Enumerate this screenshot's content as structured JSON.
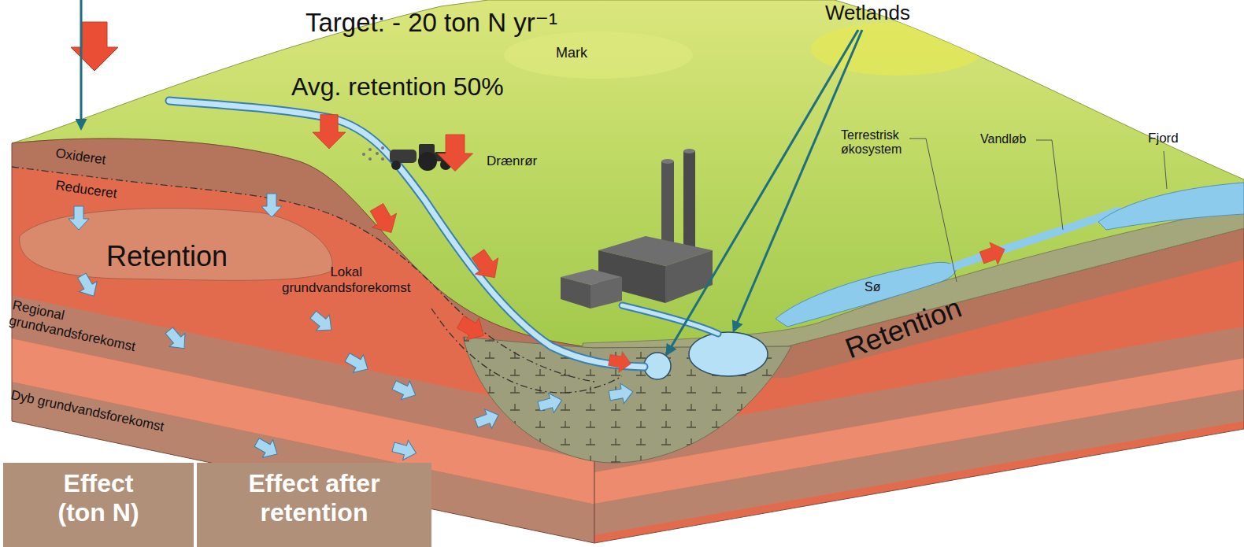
{
  "diagram": {
    "labels": [
      "Wetlands",
      "Target: - 20 ton N yr⁻¹",
      "Mark",
      "Avg. retention 50%",
      "Oxideret",
      "Reduceret",
      "Drænrør",
      "Retention",
      "Lokal grundvandsforekomst",
      "Terrestrisk økosystem",
      "Vandløb",
      "Fjord",
      "Sø",
      "Retention",
      "Regional grundvandsforekomst",
      "Dyb grundvandsforekomst",
      "Effect (ton N)",
      "Effect after retention"
    ]
  }
}
